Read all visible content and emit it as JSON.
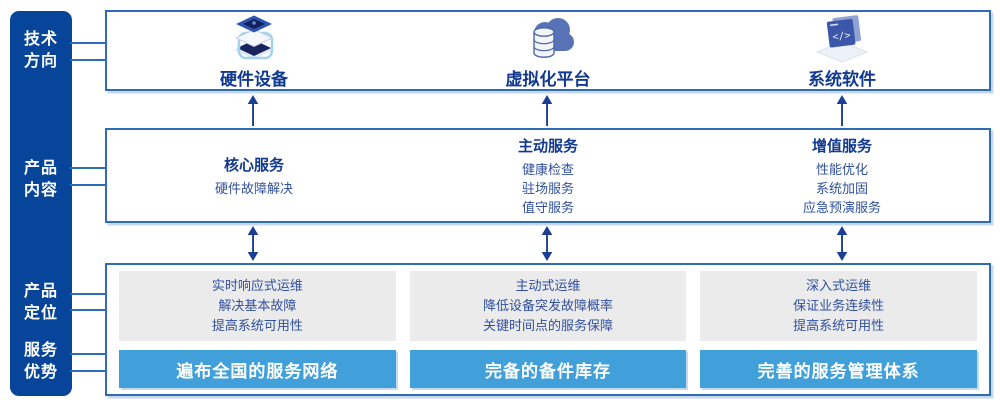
{
  "colors": {
    "sidebar_bg": "#07459A",
    "box_border": "#2E6CB5",
    "title_navy": "#11398F",
    "item_blue": "#30509F",
    "gray_panel_bg": "#EBEBEB",
    "advantage_bar_blue": "#41A0DA",
    "arrow_navy": "#1A3F94"
  },
  "sidebar": {
    "items": [
      {
        "label": "技术\n方向"
      },
      {
        "label": "产品\n内容"
      },
      {
        "label": "产品\n定位"
      },
      {
        "label": "服务\n优势"
      }
    ]
  },
  "tech_row": {
    "columns": [
      {
        "icon": "server-stack-icon",
        "label": "硬件设备"
      },
      {
        "icon": "cloud-database-icon",
        "label": "虚拟化平台"
      },
      {
        "icon": "code-window-icon",
        "label": "系统软件"
      }
    ]
  },
  "content_row": {
    "columns": [
      {
        "title": "核心服务",
        "items": [
          "硬件故障解决"
        ]
      },
      {
        "title": "主动服务",
        "items": [
          "健康检查",
          "驻场服务",
          "值守服务"
        ]
      },
      {
        "title": "增值服务",
        "items": [
          "性能优化",
          "系统加固",
          "应急预演服务"
        ]
      }
    ]
  },
  "position_row": {
    "columns": [
      {
        "lines": [
          "实时响应式运维",
          "解决基本故障",
          "提高系统可用性"
        ],
        "advantage": "遍布全国的服务网络"
      },
      {
        "lines": [
          "主动式运维",
          "降低设备突发故障概率",
          "关键时间点的服务保障"
        ],
        "advantage": "完备的备件库存"
      },
      {
        "lines": [
          "深入式运维",
          "保证业务连续性",
          "提高系统可用性"
        ],
        "advantage": "完善的服务管理体系"
      }
    ]
  }
}
